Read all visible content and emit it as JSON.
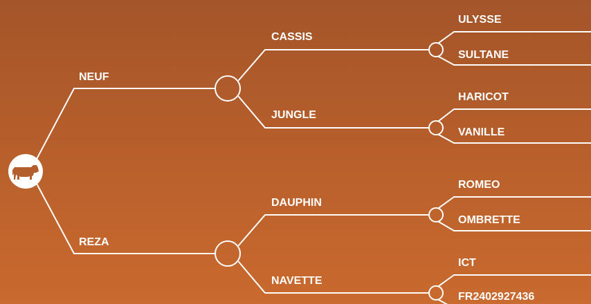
{
  "colors": {
    "background_top": "#a4552a",
    "background_bottom": "#c96a2f",
    "lines": "#ffffff",
    "text": "#ffffff"
  },
  "root": {
    "icon": "cow-icon"
  },
  "pedigree": {
    "sire": {
      "name": "NEUF",
      "sire": {
        "name": "CASSIS",
        "sire": "ULYSSE",
        "dam": "SULTANE"
      },
      "dam": {
        "name": "JUNGLE",
        "sire": "HARICOT",
        "dam": "VANILLE"
      }
    },
    "dam": {
      "name": "REZA",
      "sire": {
        "name": "DAUPHIN",
        "sire": "ROMEO",
        "dam": "OMBRETTE"
      },
      "dam": {
        "name": "NAVETTE",
        "sire": "ICT",
        "dam": "FR2402927436"
      }
    }
  }
}
